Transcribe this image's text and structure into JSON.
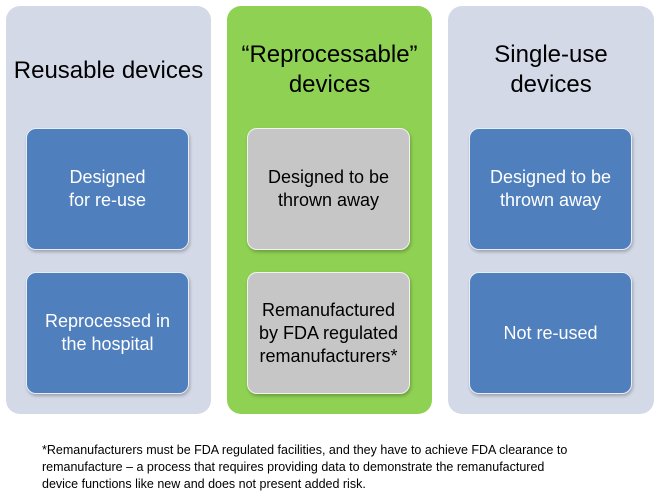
{
  "columns": [
    {
      "title": "Reusable devices",
      "top_box": "Designed\nfor re-use",
      "bottom_box": "Reprocessed in\nthe hospital"
    },
    {
      "title": "“Reprocessable”\ndevices",
      "top_box": "Designed to be\nthrown away",
      "bottom_box": "Remanufactured\nby FDA regulated\nremanufacturers*"
    },
    {
      "title": "Single-use\ndevices",
      "top_box": "Designed to be\nthrown away",
      "bottom_box": "Not re-used"
    }
  ],
  "footnote": "*Remanufacturers must be FDA regulated facilities, and they have to achieve FDA clearance to\nremanufacture – a process that requires providing data to demonstrate the remanufactured\ndevice functions like new and does not present added risk.",
  "colors": {
    "side_panel": "#d4d9e8",
    "center_panel": "#8fd152",
    "blue_box": "#4f7fbd",
    "gray_box": "#c6c6c6"
  }
}
